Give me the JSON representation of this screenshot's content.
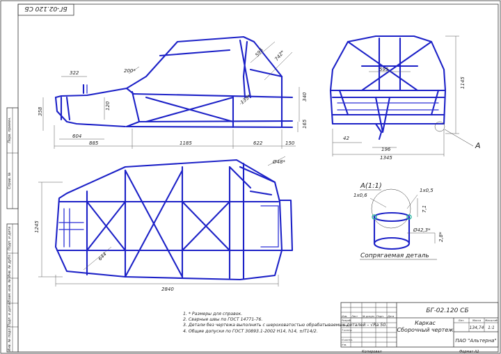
{
  "stamp_top": "БГ-02.120 СБ",
  "title_block": {
    "designation": "БГ-02.120 СБ",
    "name_line1": "Каркас",
    "name_line2": "Сборочный чертеж",
    "mass": "134,74",
    "scale": "1:1",
    "org": "ПАО \"Альтерна\"",
    "header_mass": "Масса",
    "header_scale": "Масштаб",
    "header_lit": "Лит.",
    "copied": "Копировал",
    "format": "Формат  А2",
    "rows": [
      "Изм.",
      "Лист",
      "№ докум.",
      "Подп.",
      "Дата",
      "Разраб.",
      "Пров.",
      "Т.контр.",
      "Н.контр.",
      "Утв."
    ]
  },
  "left_margin_labels": [
    "Перв. примен.",
    "Справ. №",
    "Подп. и дата",
    "Инв. № дубл.",
    "Взам. инв. №",
    "Подп. и дата",
    "Инв. № подл."
  ],
  "notes": [
    "1. * Размеры для справок.",
    "2. Сварные швы по ГОСТ 14771-76.",
    "3. Детали без чертежа выполнить с шероховатостью обрабатываемых деталей – √Ra 50.",
    "4. Общие допуски по ГОСТ 30893.1-2002 H14, h14, ±IT14/2."
  ],
  "side_view_dims": [
    "322",
    "200*",
    "358",
    "120",
    "604",
    "885",
    "1185",
    "622",
    "150",
    "340",
    "165",
    "595",
    "742*",
    "135*"
  ],
  "front_view_dims": [
    "595",
    "1145",
    "42",
    "196",
    "1345"
  ],
  "top_view_dims": [
    "Ø48*",
    "1245",
    "644",
    "2840"
  ],
  "detail": {
    "view_label": "А",
    "title": "А(1:1)",
    "dims": [
      "1х0,6",
      "1х0,5",
      "7,1",
      "Ø42,3*",
      "2,8*"
    ],
    "caption": "Сопрягаемая деталь"
  }
}
